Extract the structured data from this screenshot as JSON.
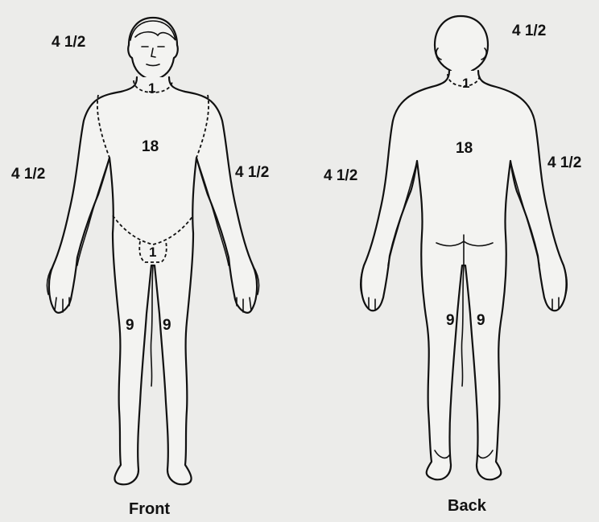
{
  "diagram": {
    "front": {
      "caption": "Front",
      "regions": {
        "head": "4 1/2",
        "neck": "1",
        "trunk": "18",
        "left_arm": "4 1/2",
        "right_arm": "4 1/2",
        "genitals": "1",
        "left_leg": "9",
        "right_leg": "9"
      }
    },
    "back": {
      "caption": "Back",
      "regions": {
        "head": "4 1/2",
        "neck": "1",
        "trunk": "18",
        "left_arm": "4 1/2",
        "right_arm": "4 1/2",
        "left_leg": "9",
        "right_leg": "9"
      }
    }
  }
}
